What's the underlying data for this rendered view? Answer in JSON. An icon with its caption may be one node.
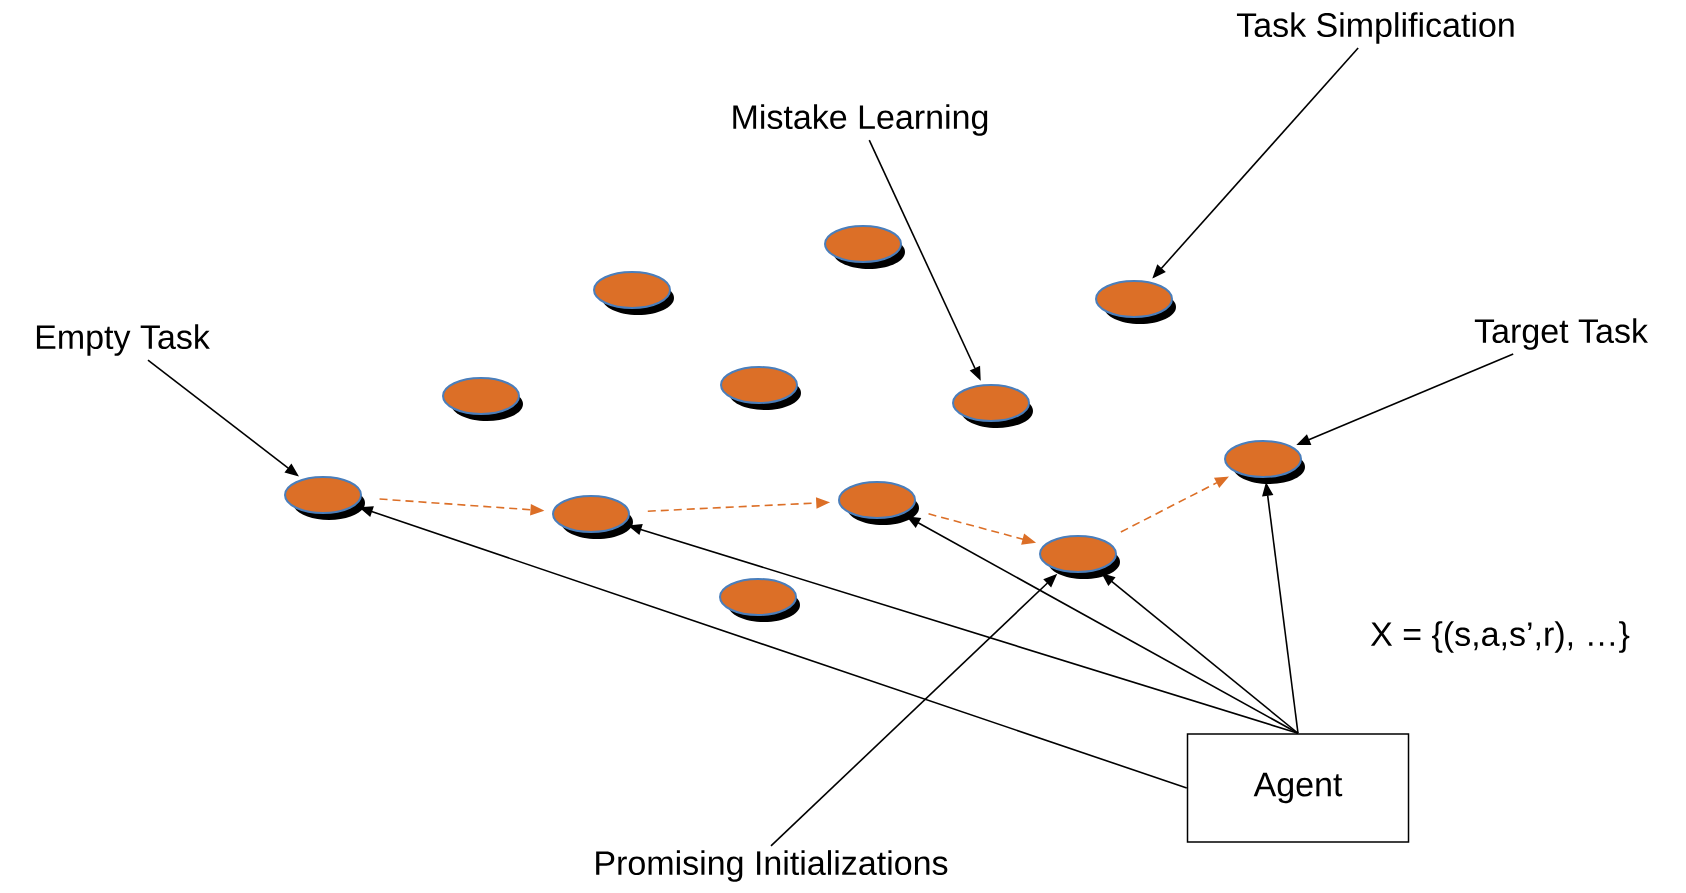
{
  "diagram": {
    "nodes": [
      {
        "text": [
          "Task Simplification"
        ]
      },
      {
        "text": [
          "Mistake Learning"
        ]
      },
      {
        "text": [],
        "shape": "ellipse"
      },
      {
        "text": [],
        "shape": "ellipse"
      },
      {
        "text": [],
        "shape": "ellipse"
      },
      {
        "text": [
          "Empty Task"
        ]
      },
      {
        "text": [
          "Target Task"
        ]
      },
      {
        "text": [],
        "shape": "ellipse"
      },
      {
        "text": [],
        "shape": "ellipse"
      },
      {
        "text": [],
        "shape": "ellipse"
      },
      {
        "text": [],
        "shape": "ellipse"
      },
      {
        "text": [],
        "shape": "ellipse"
      },
      {
        "text": [],
        "shape": "ellipse"
      },
      {
        "text": [],
        "shape": "ellipse"
      },
      {
        "text": [],
        "shape": "ellipse"
      },
      {
        "text": [],
        "shape": "ellipse"
      },
      {
        "text": [
          "Agent"
        ]
      },
      {
        "text": [
          "Promising Initializations"
        ]
      }
    ],
    "edges": [
      {
        "from": 0,
        "to": 4,
        "arrow": "to"
      },
      {
        "from": 1,
        "to": 9,
        "arrow": "to"
      },
      {
        "from": 5,
        "to": 11,
        "arrow": "to"
      },
      {
        "from": 6,
        "to": 10,
        "arrow": "to"
      },
      {
        "from": 17,
        "to": 14,
        "arrow": "to"
      },
      {
        "from": 16,
        "to": 11,
        "arrow": "to"
      },
      {
        "from": 16,
        "to": 13,
        "arrow": "to"
      },
      {
        "from": 16,
        "to": 12,
        "arrow": "to"
      },
      {
        "from": 16,
        "to": 14,
        "arrow": "to"
      },
      {
        "from": 16,
        "to": 10,
        "arrow": "to"
      },
      {
        "from": 11,
        "to": 13,
        "arrow": "to",
        "style": "dashed",
        "color": "#dc6f27"
      },
      {
        "from": 13,
        "to": 12,
        "arrow": "to",
        "style": "dashed",
        "color": "#dc6f27"
      },
      {
        "from": 12,
        "to": 14,
        "arrow": "to",
        "style": "dashed",
        "color": "#dc6f27"
      },
      {
        "from": 14,
        "to": 10,
        "arrow": "to",
        "style": "dashed",
        "color": "#dc6f27"
      }
    ],
    "labels": [
      "X = {(s,a,s’,r),  …}"
    ]
  }
}
